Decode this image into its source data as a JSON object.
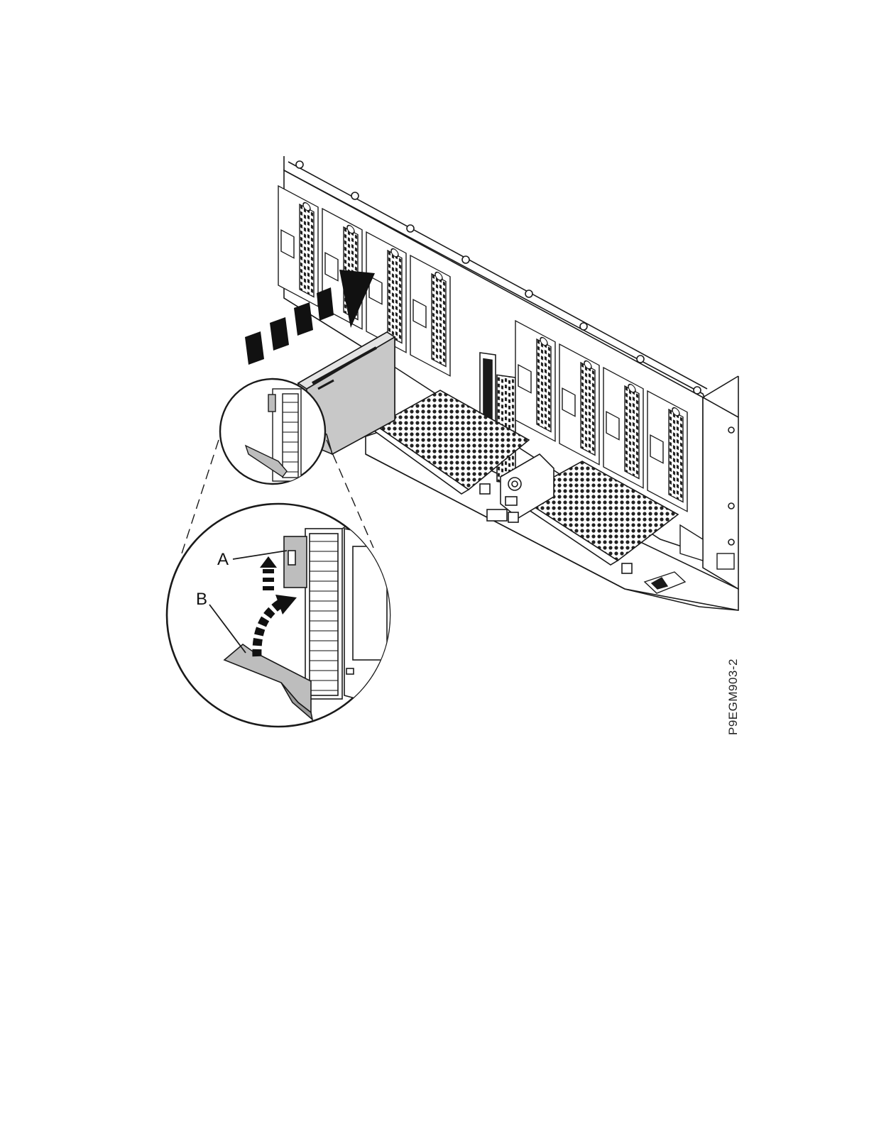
{
  "figure": {
    "callout_a": "A",
    "callout_b": "B",
    "figure_id": "P9EGM903-2"
  },
  "colors": {
    "line": "#1a1a1a",
    "drive_fill": "#c8c8c8",
    "latch_fill": "#bdbdbd",
    "arrow_fill": "#111111",
    "background": "#ffffff"
  },
  "icons": {
    "insert_arrow": "dashed-insert-arrow",
    "latch_lift_arrow": "dashed-up-arrow",
    "handle_close_arrow": "dashed-curved-arrow"
  }
}
